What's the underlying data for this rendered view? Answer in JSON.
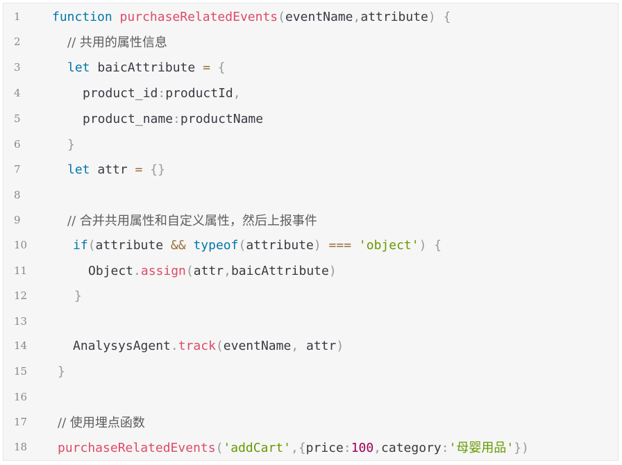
{
  "code": {
    "lines": [
      {
        "n": "1",
        "t": [
          [
            "kw",
            "function"
          ],
          [
            "",
            " "
          ],
          [
            "fn",
            "purchaseRelatedEvents"
          ],
          [
            "punc",
            "("
          ],
          [
            "",
            "eventName"
          ],
          [
            "punc",
            ","
          ],
          [
            "",
            "attribute"
          ],
          [
            "punc",
            ")"
          ],
          [
            "",
            " "
          ],
          [
            "punc",
            "{"
          ]
        ]
      },
      {
        "n": "2",
        "t": [
          [
            "comment",
            "// 共用的属性信息"
          ]
        ]
      },
      {
        "n": "3",
        "t": [
          [
            "kw",
            "let"
          ],
          [
            "",
            " baicAttribute "
          ],
          [
            "op",
            "="
          ],
          [
            "",
            " "
          ],
          [
            "punc",
            "{"
          ]
        ]
      },
      {
        "n": "4",
        "t": [
          [
            "",
            "product_id"
          ],
          [
            "punc",
            ":"
          ],
          [
            "",
            "productId"
          ],
          [
            "punc",
            ","
          ]
        ]
      },
      {
        "n": "5",
        "t": [
          [
            "",
            "product_name"
          ],
          [
            "punc",
            ":"
          ],
          [
            "",
            "productName"
          ]
        ]
      },
      {
        "n": "6",
        "t": [
          [
            "punc",
            "}"
          ]
        ]
      },
      {
        "n": "7",
        "t": [
          [
            "kw",
            "let"
          ],
          [
            "",
            " attr "
          ],
          [
            "op",
            "="
          ],
          [
            "",
            " "
          ],
          [
            "punc",
            "{}"
          ]
        ]
      },
      {
        "n": "8",
        "t": []
      },
      {
        "n": "9",
        "t": [
          [
            "comment",
            "// 合并共用属性和自定义属性，然后上报事件"
          ]
        ]
      },
      {
        "n": "10",
        "t": [
          [
            "kw",
            "if"
          ],
          [
            "punc",
            "("
          ],
          [
            "",
            "attribute "
          ],
          [
            "op",
            "&&"
          ],
          [
            "",
            " "
          ],
          [
            "kw",
            "typeof"
          ],
          [
            "punc",
            "("
          ],
          [
            "",
            "attribute"
          ],
          [
            "punc",
            ")"
          ],
          [
            "",
            " "
          ],
          [
            "op",
            "==="
          ],
          [
            "",
            " "
          ],
          [
            "str",
            "'object'"
          ],
          [
            "punc",
            ")"
          ],
          [
            "",
            " "
          ],
          [
            "punc",
            "{"
          ]
        ]
      },
      {
        "n": "11",
        "t": [
          [
            "",
            "Object"
          ],
          [
            "punc",
            "."
          ],
          [
            "fn",
            "assign"
          ],
          [
            "punc",
            "("
          ],
          [
            "",
            "attr"
          ],
          [
            "punc",
            ","
          ],
          [
            "",
            "baicAttribute"
          ],
          [
            "punc",
            ")"
          ]
        ]
      },
      {
        "n": "12",
        "t": [
          [
            "punc",
            "}"
          ]
        ]
      },
      {
        "n": "13",
        "t": []
      },
      {
        "n": "14",
        "t": [
          [
            "",
            "AnalysysAgent"
          ],
          [
            "punc",
            "."
          ],
          [
            "fn",
            "track"
          ],
          [
            "punc",
            "("
          ],
          [
            "",
            "eventName"
          ],
          [
            "punc",
            ","
          ],
          [
            "",
            " attr"
          ],
          [
            "punc",
            ")"
          ]
        ]
      },
      {
        "n": "15",
        "t": [
          [
            "punc",
            "}"
          ]
        ]
      },
      {
        "n": "16",
        "t": []
      },
      {
        "n": "17",
        "t": [
          [
            "comment",
            "// 使用埋点函数"
          ]
        ]
      },
      {
        "n": "18",
        "t": [
          [
            "fn",
            "purchaseRelatedEvents"
          ],
          [
            "punc",
            "("
          ],
          [
            "str",
            "'addCart'"
          ],
          [
            "punc",
            ","
          ],
          [
            "punc",
            "{"
          ],
          [
            "",
            "price"
          ],
          [
            "punc",
            ":"
          ],
          [
            "num",
            "100"
          ],
          [
            "punc",
            ","
          ],
          [
            "",
            "category"
          ],
          [
            "punc",
            ":"
          ],
          [
            "str",
            "'母婴用品'"
          ],
          [
            "punc",
            "}"
          ],
          [
            "punc",
            ")"
          ]
        ]
      }
    ]
  }
}
